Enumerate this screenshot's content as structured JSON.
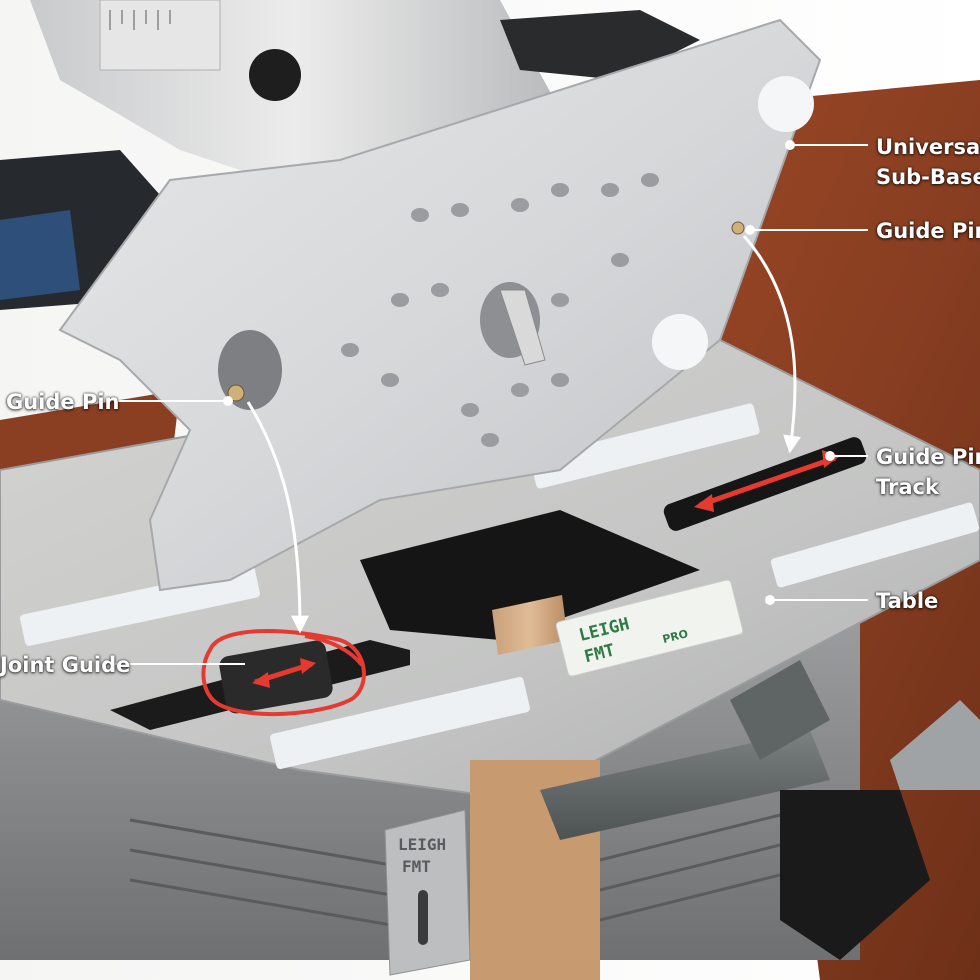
{
  "callouts": {
    "universal_sub_base": {
      "line1": "Universal",
      "line2": "Sub-Base"
    },
    "guide_pin_right": "Guide Pin",
    "guide_pin_left": "Guide Pin",
    "guide_pin_track": {
      "line1": "Guide Pin",
      "line2": "Track"
    },
    "table": "Table",
    "joint_guide": "Joint Guide"
  },
  "product_marks": {
    "table_logo": {
      "line1": "LEIGH",
      "line2": "FMT",
      "line3": "PRO"
    },
    "front_logo": {
      "line1": "LEIGH",
      "line2": "FMT"
    }
  },
  "colors": {
    "highlight_red": "#e53a2f",
    "background_wood": "#8a3f22",
    "aluminum": "#c8c9c9",
    "leader_white": "#ffffff"
  }
}
